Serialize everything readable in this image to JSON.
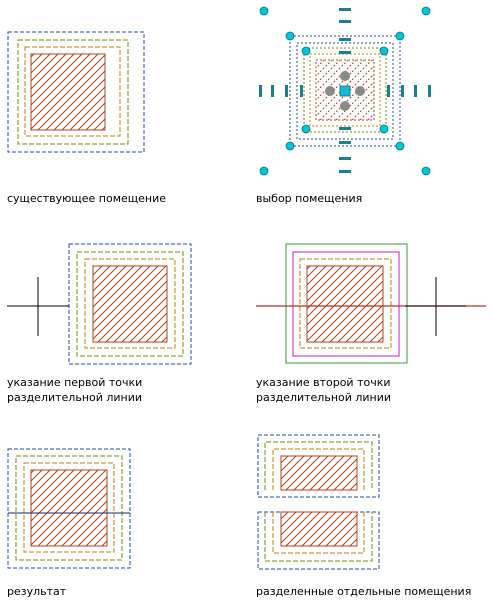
{
  "captions": {
    "existing": "существующее помещение",
    "select": "выбор помещения",
    "first_point_line1": "указание первой точки",
    "first_point_line2": "разделительной линии",
    "second_point_line1": "указание второй точки",
    "second_point_line2": "разделительной линии",
    "result": "результат",
    "separated": "разделенные отдельные помещения"
  },
  "colors": {
    "outer_boundary": "#1f4fa0",
    "middle_boundary": "#6f8f00",
    "inner_boundary": "#b8860b",
    "hatch": "#b0421c",
    "grip": "#00c8d8",
    "grip_outline": "#0a6f7a",
    "grip_center": "#1ab8d6",
    "grip_gray": "#8a8a8a",
    "highlight": "#c020c0",
    "separation_line": "#c0302a",
    "crosshair": "#000000",
    "result_line": "#1a2a6a"
  }
}
